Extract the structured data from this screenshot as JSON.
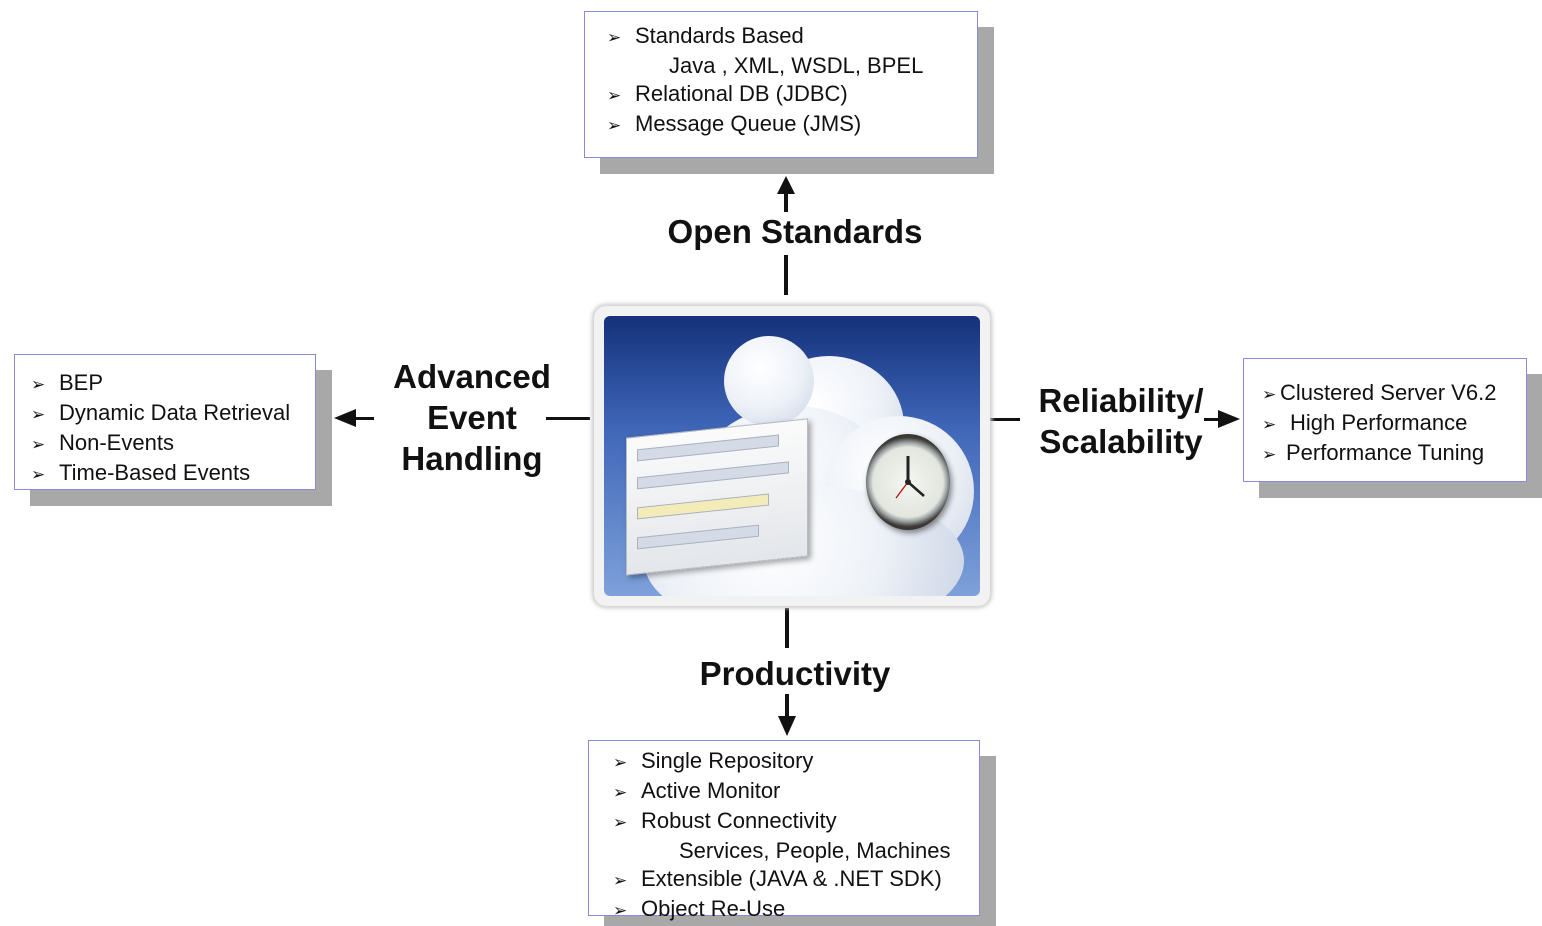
{
  "top_box": {
    "items": [
      {
        "bullet": "➢",
        "text": "Standards Based"
      },
      {
        "bullet": "",
        "text": "Java , XML, WSDL, BPEL"
      },
      {
        "bullet": "➢",
        "text": "Relational DB (JDBC)"
      },
      {
        "bullet": "➢",
        "text": "Message Queue (JMS)"
      }
    ]
  },
  "left_box": {
    "items": [
      {
        "bullet": "➢",
        "text": "BEP"
      },
      {
        "bullet": "➢",
        "text": "Dynamic Data Retrieval"
      },
      {
        "bullet": "➢",
        "text": "Non-Events"
      },
      {
        "bullet": "➢",
        "text": "Time-Based Events"
      }
    ]
  },
  "right_box": {
    "items": [
      {
        "bullet": "➢",
        "text": "Clustered Server V6.2"
      },
      {
        "bullet": "➢",
        "text": "High Performance"
      },
      {
        "bullet": "➢",
        "text": "Performance Tuning"
      }
    ]
  },
  "bottom_box": {
    "items": [
      {
        "bullet": "➢",
        "text": "Single Repository"
      },
      {
        "bullet": "➢",
        "text": "Active Monitor"
      },
      {
        "bullet": "➢",
        "text": "Robust Connectivity"
      },
      {
        "bullet": "",
        "text": "Services, People, Machines"
      },
      {
        "bullet": "➢",
        "text": "Extensible (JAVA & .NET SDK)"
      },
      {
        "bullet": "➢",
        "text": "Object Re-Use"
      }
    ]
  },
  "labels": {
    "top": "Open Standards",
    "left_line1": "Advanced",
    "left_line2": "Event",
    "left_line3": "Handling",
    "right_line1": "Reliability/",
    "right_line2": "Scalability",
    "bottom": "Productivity"
  },
  "colors": {
    "box_border": "#8a8ad6",
    "box_shadow": "#a8a8a8",
    "sky": "#1f3f8f"
  },
  "icons": {
    "bullet": "arrowhead-bullet-icon",
    "center_image": "cloud-clock-workflow-image"
  }
}
